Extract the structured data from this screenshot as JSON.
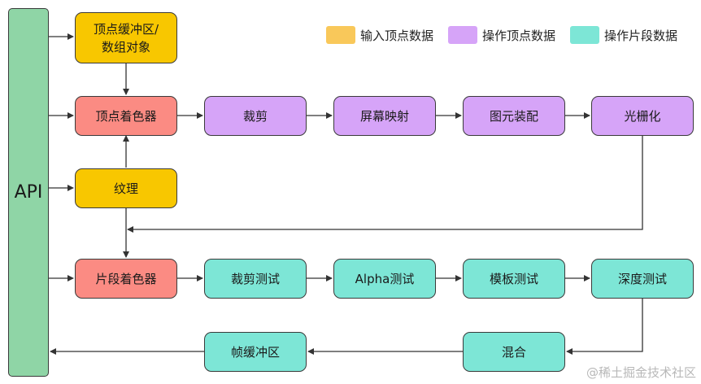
{
  "legend": {
    "input": {
      "label": "输入顶点数据",
      "color": "#f9c85a"
    },
    "vertex_op": {
      "label": "操作顶点数据",
      "color": "#d6a4f8"
    },
    "fragment_op": {
      "label": "操作片段数据",
      "color": "#7de6d6"
    }
  },
  "api": {
    "label": "API",
    "color": "#8fd5a6"
  },
  "nodes": {
    "vertex_buffer": {
      "label": "顶点缓冲区/\n数组对象",
      "color": "#f8c700"
    },
    "vertex_shader": {
      "label": "顶点着色器",
      "color": "#fb8b83"
    },
    "texture": {
      "label": "纹理",
      "color": "#f8c700"
    },
    "clipping": {
      "label": "裁剪",
      "color": "#d6a4f8"
    },
    "screen_mapping": {
      "label": "屏幕映射",
      "color": "#d6a4f8"
    },
    "primitive_assembly": {
      "label": "图元装配",
      "color": "#d6a4f8"
    },
    "rasterization": {
      "label": "光栅化",
      "color": "#d6a4f8"
    },
    "fragment_shader": {
      "label": "片段着色器",
      "color": "#fb8b83"
    },
    "scissor_test": {
      "label": "裁剪测试",
      "color": "#7de6d6"
    },
    "alpha_test": {
      "label": "Alpha测试",
      "color": "#7de6d6"
    },
    "stencil_test": {
      "label": "模板测试",
      "color": "#7de6d6"
    },
    "depth_test": {
      "label": "深度测试",
      "color": "#7de6d6"
    },
    "blending": {
      "label": "混合",
      "color": "#7de6d6"
    },
    "frame_buffer": {
      "label": "帧缓冲区",
      "color": "#7de6d6"
    }
  },
  "watermark": "@稀土掘金技术社区"
}
